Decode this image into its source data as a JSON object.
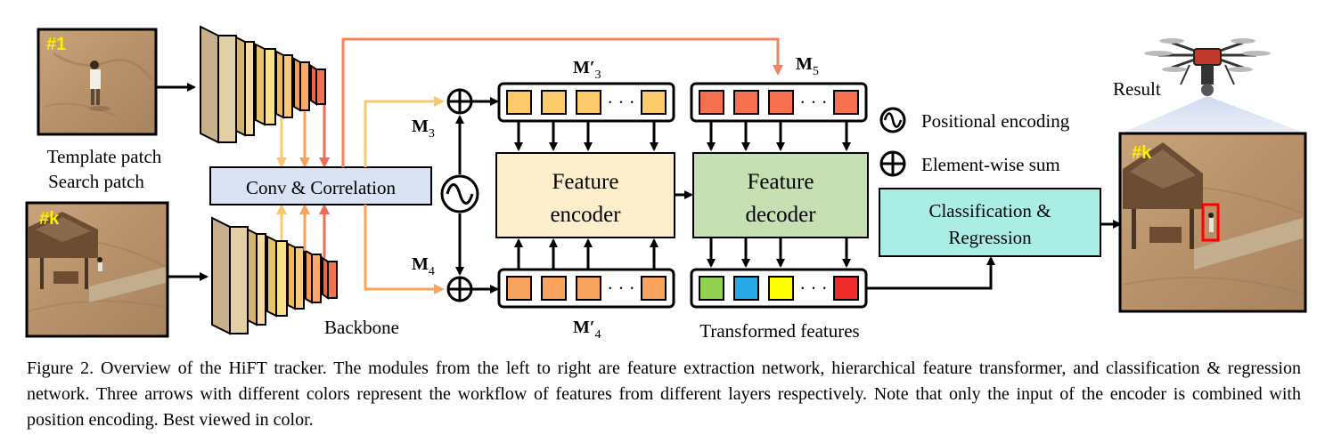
{
  "diagram": {
    "template_tag": "#1",
    "search_tag": "#k",
    "result_tag": "#k",
    "template_label": "Template patch",
    "search_label": "Search patch",
    "conv_label": "Conv & Correlation",
    "backbone_label": "Backbone",
    "m3": {
      "base": "M",
      "sub": "3"
    },
    "m4": {
      "base": "M",
      "sub": "4"
    },
    "m5": {
      "base": "M",
      "sub": "5"
    },
    "m3p": {
      "base": "M′",
      "sub": "3"
    },
    "m4p": {
      "base": "M′",
      "sub": "4"
    },
    "encoder_line1": "Feature",
    "encoder_line2": "encoder",
    "decoder_line1": "Feature",
    "decoder_line2": "decoder",
    "cls_line1": "Classification &",
    "cls_line2": "Regression",
    "legend_pos": "Positional encoding",
    "legend_sum": "Element-wise sum",
    "transformed_label": "Transformed features",
    "result_label": "Result",
    "dots": "· · ·",
    "colors": {
      "orange_arrow": "#f4845f",
      "yellow_arrow": "#f9c971",
      "encoder_fill": "#fdefcc",
      "decoder_fill": "#c6e0b4",
      "cls_fill": "#a9ede5",
      "conv_fill": "#dae3f3",
      "m3_cell": "#fcc96b",
      "m4_cell": "#f8a45e",
      "m5_cell": "#f4704f",
      "out_green": "#92d050",
      "out_blue": "#29a9e8",
      "out_yellow": "#ffff00",
      "out_red": "#ee2b2b"
    }
  },
  "caption": "Figure 2. Overview of the HiFT tracker. The modules from the left to right are feature extraction network, hierarchical feature transformer, and classification & regression network.  Three arrows with different colors represent the workflow of features from different layers respectively. Note that only the input of the encoder is combined with position encoding. Best viewed in color."
}
